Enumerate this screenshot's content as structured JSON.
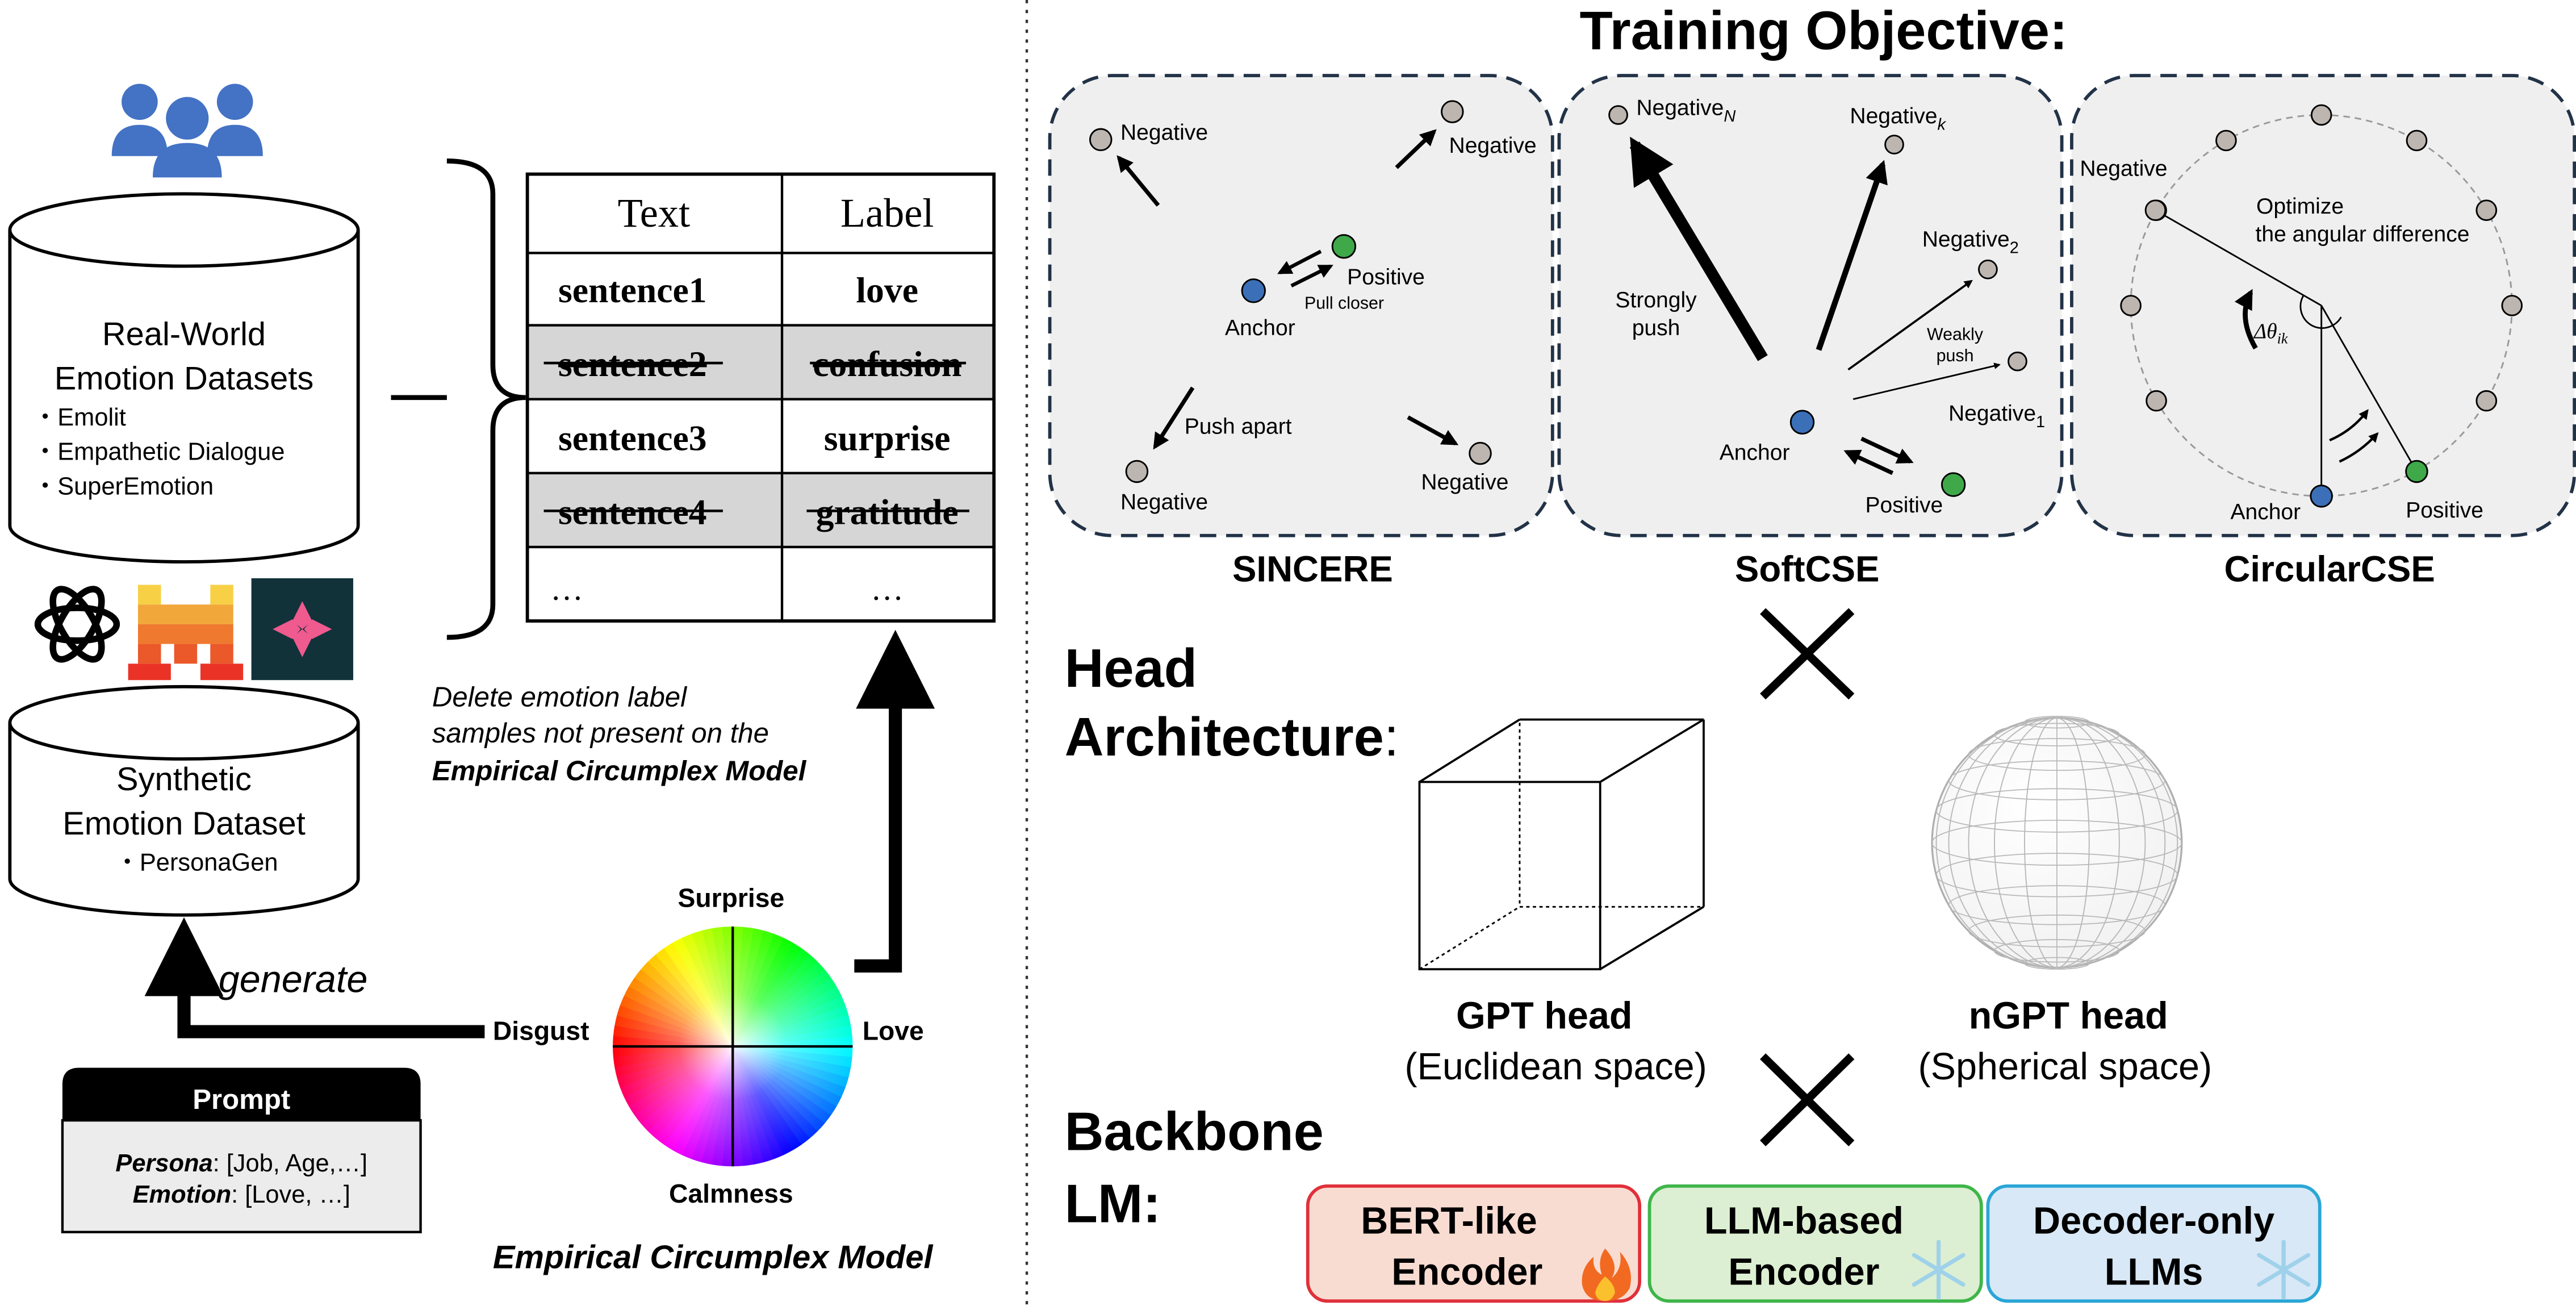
{
  "left": {
    "real_world": {
      "title_line1": "Real-World",
      "title_line2": "Emotion Datasets",
      "items": [
        "・Emolit",
        "・Empathetic Dialogue",
        "・SuperEmotion"
      ]
    },
    "synthetic": {
      "title_line1": "Synthetic",
      "title_line2": "Emotion Dataset",
      "items": [
        "・PersonaGen"
      ]
    },
    "generate_label": "generate",
    "prompt": {
      "header": "Prompt",
      "persona_key": "Persona",
      "persona_value": ":  [Job, Age,…]",
      "emotion_key": "Emotion",
      "emotion_value": ": [Love, …]"
    },
    "table": {
      "headers": [
        "Text",
        "Label"
      ],
      "rows": [
        {
          "text": "sentence1",
          "label": "love"
        },
        {
          "text": "sentence2",
          "label": "confusion"
        },
        {
          "text": "sentence3",
          "label": "surprise"
        },
        {
          "text": "sentence4",
          "label": "gratitude"
        },
        {
          "text": "…",
          "label": "…"
        }
      ]
    },
    "delete_note": {
      "line1": "Delete emotion label",
      "line2": "samples not present on the",
      "line3": "Empirical Circumplex Model"
    },
    "circumplex": {
      "top": "Surprise",
      "bottom": "Calmness",
      "left": "Disgust",
      "right": "Love",
      "caption": "Empirical Circumplex Model"
    }
  },
  "right": {
    "training_title": "Training Objective:",
    "panels": {
      "sincere": {
        "name": "SINCERE",
        "negative": "Negative",
        "positive": "Positive",
        "anchor": "Anchor",
        "pull": "Pull closer",
        "push": "Push apart"
      },
      "softcse": {
        "name": "SoftCSE",
        "neg_n": "Negative",
        "neg_n_sub": "N",
        "neg_k": "Negative",
        "neg_k_sub": "k",
        "neg_2": "Negative",
        "neg_2_sub": "2",
        "neg_1": "Negative",
        "neg_1_sub": "1",
        "strong_line1": "Strongly",
        "strong_line2": "push",
        "weak_line1": "Weakly",
        "weak_line2": "push",
        "anchor": "Anchor",
        "positive": "Positive"
      },
      "circularcse": {
        "name": "CircularCSE",
        "negative": "Negative",
        "optimize_line1": "Optimize",
        "optimize_line2": "the angular difference",
        "delta_label": "Δθ",
        "delta_sub": "ik",
        "anchor": "Anchor",
        "positive": "Positive"
      }
    },
    "head_label_line1": "Head",
    "head_label_line2": "Architecture",
    "head_label_colon": ":",
    "gpt_head": {
      "title": "GPT head",
      "subtitle": "(Euclidean space)"
    },
    "ngpt_head": {
      "title": "nGPT head",
      "subtitle": "(Spherical space)"
    },
    "backbone_line1": "Backbone",
    "backbone_line2": "LM:",
    "backbones": [
      {
        "line1": "BERT-like",
        "line2": "Encoder",
        "icon": "fire-icon",
        "fill": "#f9dcd1",
        "stroke": "#e0303a"
      },
      {
        "line1": "LLM-based",
        "line2": "Encoder",
        "icon": "snowflake-icon",
        "fill": "#dcefd2",
        "stroke": "#3fb54a"
      },
      {
        "line1": "Decoder-only",
        "line2": "LLMs",
        "icon": "snowflake-icon",
        "fill": "#d8e8f6",
        "stroke": "#2aa6d6"
      }
    ]
  },
  "colors": {
    "node_gray": "#bdb6b0",
    "anchor_blue": "#3b70b8",
    "positive_green": "#3fa94a",
    "panel_fill": "#efefef",
    "panel_stroke": "#223247",
    "people_blue": "#4472c4",
    "struck_row": "#d6d6d6"
  }
}
